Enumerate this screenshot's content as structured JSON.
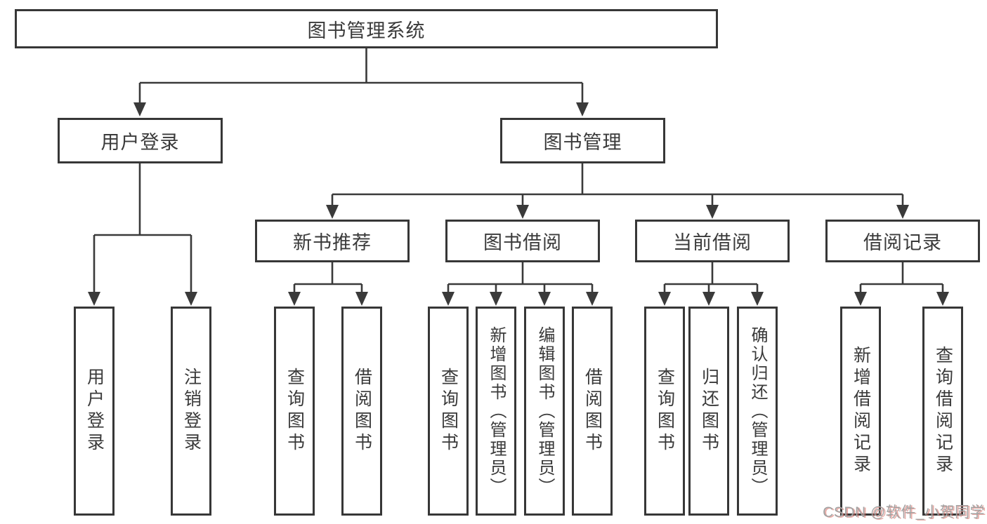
{
  "tree": {
    "label": "图书管理系统",
    "children": [
      {
        "label": "用户登录",
        "children": [
          {
            "label": "用户登录"
          },
          {
            "label": "注销登录"
          }
        ]
      },
      {
        "label": "图书管理",
        "children": [
          {
            "label": "新书推荐",
            "children": [
              {
                "label": "查询图书"
              },
              {
                "label": "借阅图书"
              }
            ]
          },
          {
            "label": "图书借阅",
            "children": [
              {
                "label": "查询图书"
              },
              {
                "label": "新增图书（管理员）"
              },
              {
                "label": "编辑图书（管理员）"
              },
              {
                "label": "借阅图书"
              }
            ]
          },
          {
            "label": "当前借阅",
            "children": [
              {
                "label": "查询图书"
              },
              {
                "label": "归还图书"
              },
              {
                "label": "确认归还（管理员）"
              }
            ]
          },
          {
            "label": "借阅记录",
            "children": [
              {
                "label": "新增借阅记录"
              },
              {
                "label": "查询借阅记录"
              }
            ]
          }
        ]
      }
    ]
  },
  "watermark": {
    "text": "CSDN @软件_小贺同学"
  },
  "colors": {
    "line": "#3a3a3a",
    "box_border": "#373737",
    "text": "#3a3a3a",
    "background": "#ffffff",
    "watermark": "#a3a3a3",
    "watermark_shadow": "#d6625a"
  }
}
